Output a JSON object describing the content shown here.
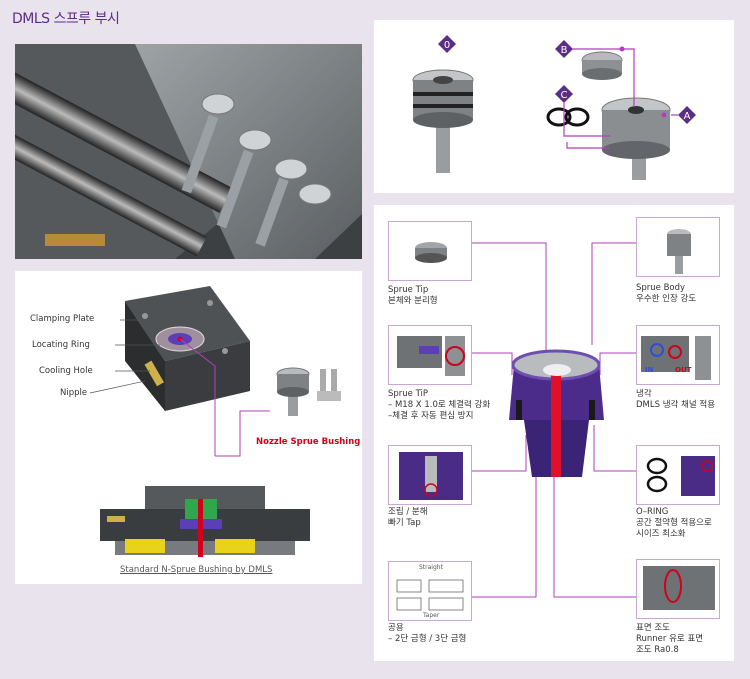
{
  "page": {
    "title": "DMLS 스프루 부시"
  },
  "top_right": {
    "badges": [
      "0",
      "B",
      "C",
      "A"
    ]
  },
  "diagram_left": {
    "labels": [
      "Clamping Plate",
      "Locating Ring",
      "Cooling Hole",
      "Nipple"
    ],
    "product_label": "Nozzle Sprue Bushing",
    "caption": "Standard N-Sprue Bushing by DMLS"
  },
  "features": {
    "sprue_tip": {
      "title": "Sprue Tip",
      "desc": "본체와 분리형"
    },
    "sprue_tip2": {
      "title": "Sprue TiP",
      "desc1": "– M18 X 1.0로 체결력 강화",
      "desc2": "–체결 후 자동 편심 방지"
    },
    "assembly": {
      "title": "조립 / 분해",
      "desc": "빠기 Tap"
    },
    "shared": {
      "title": "공용",
      "desc": "– 2단 금형 / 3단 금형",
      "label_straight": "Straight",
      "label_taper": "Taper"
    },
    "sprue_body": {
      "title": "Sprue Body",
      "desc": "우수한 인장 강도"
    },
    "cooling": {
      "title": "냉각",
      "desc": "DMLS 냉각 채널 적용",
      "in": "IN",
      "out": "OUT"
    },
    "oring": {
      "title": "O–RING",
      "desc1": "공간 절약형 적용으로",
      "desc2": "시이즈 최소화"
    },
    "surface": {
      "title": "표면 조도",
      "desc1": "Runner 유로 표면",
      "desc2": "조도 Ra0.8"
    }
  },
  "colors": {
    "accent": "#7b2f8e",
    "purple_badge": "#5b2e86",
    "bg": "#e9e3ee",
    "highlight_red": "#d0021b"
  }
}
